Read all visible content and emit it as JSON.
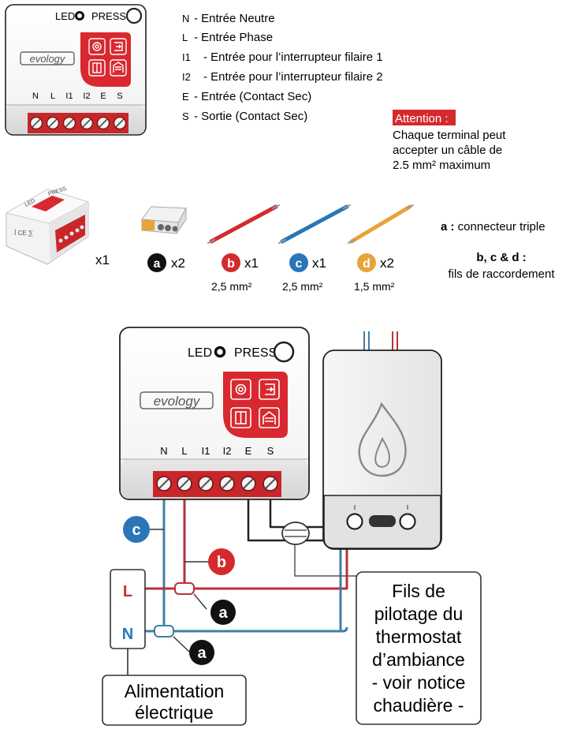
{
  "module": {
    "brand": "evology",
    "led_label": "LED",
    "press_label": "PRESS",
    "terminals": [
      "N",
      "L",
      "I1",
      "I2",
      "E",
      "S"
    ]
  },
  "legend": [
    {
      "key": "N",
      "text": "- Entrée Neutre"
    },
    {
      "key": "L",
      "text": "- Entrée Phase"
    },
    {
      "key": "I1",
      "text": "- Entrée pour l’interrupteur filaire 1"
    },
    {
      "key": "I2",
      "text": "- Entrée pour l’interrupteur filaire 2"
    },
    {
      "key": "E",
      "text": "- Entrée (Contact Sec)"
    },
    {
      "key": "S",
      "text": "- Sortie (Contact Sec)"
    }
  ],
  "attention": {
    "title": "Attention :",
    "lines": [
      "Chaque terminal peut",
      "accepter un câble de",
      "2.5 mm² maximum"
    ]
  },
  "kit": {
    "module_qty": "x1",
    "items": [
      {
        "letter": "a",
        "qty": "x2",
        "size": "",
        "color": "#111111"
      },
      {
        "letter": "b",
        "qty": "x1",
        "size": "2,5 mm²",
        "color": "#d42a2e"
      },
      {
        "letter": "c",
        "qty": "x1",
        "size": "2,5 mm²",
        "color": "#2a76b8"
      },
      {
        "letter": "d",
        "qty": "x2",
        "size": "1,5 mm²",
        "color": "#e8a33a"
      }
    ],
    "note_a_bold": "a :",
    "note_a_text": " connecteur triple",
    "note_bcd_bold": "b, c & d :",
    "note_bcd_text": "fils de raccordement"
  },
  "wiring": {
    "supply_L": "L",
    "supply_N": "N",
    "label_a": "a",
    "label_b": "b",
    "label_c": "c",
    "alimentation": [
      "Alimentation",
      "électrique"
    ],
    "fils": [
      "Fils de",
      "pilotage du",
      "thermostat",
      "d’ambiance",
      "- voir notice",
      "chaudière -"
    ]
  },
  "colors": {
    "red": "#d42a2e",
    "blue": "#2a76b8",
    "wire_red": "#b8323a",
    "wire_blue": "#3f7fa6",
    "orange": "#e8a33a"
  }
}
